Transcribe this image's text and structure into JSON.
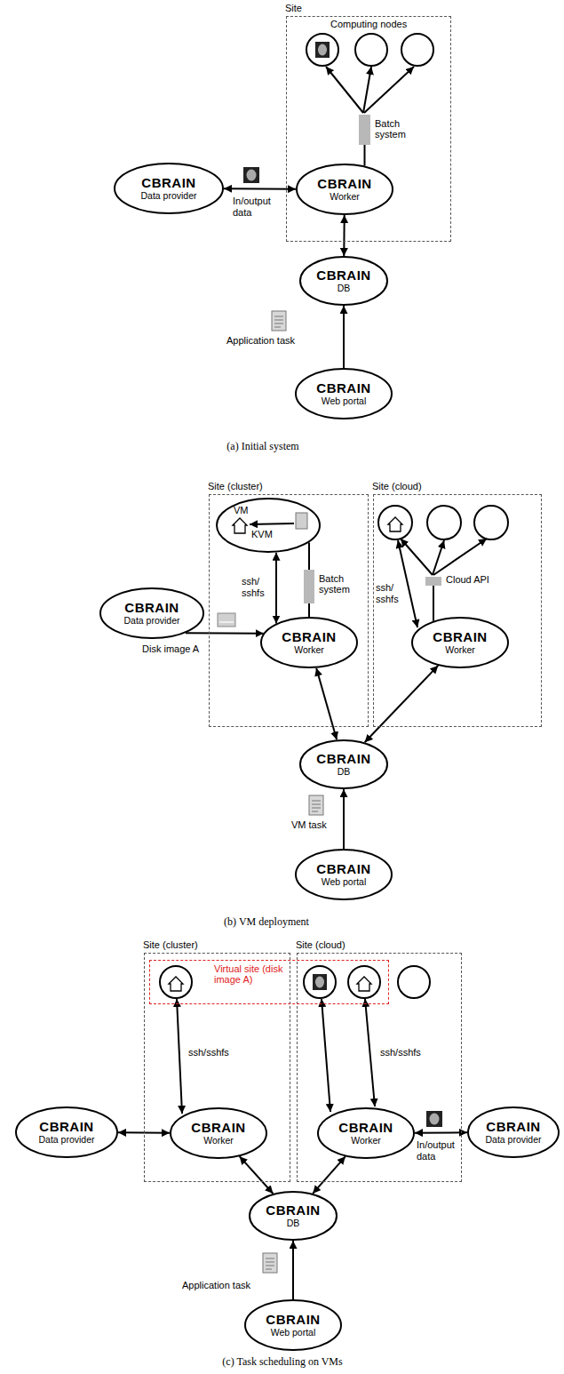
{
  "diagram": {
    "nodes": [
      {
        "text": [
          "Site"
        ]
      },
      {
        "text": [
          "Batch system"
        ],
        "in": 0
      },
      {
        "text": [
          "CBRAIN",
          "Worker"
        ],
        "in": 0
      },
      {
        "text": [
          "CBRAIN",
          "Data provider"
        ]
      },
      {
        "text": [
          "CBRAIN",
          "DB"
        ]
      },
      {
        "text": [
          "CBRAIN",
          "Web portal"
        ]
      },
      {
        "text": [
          "Site (cluster)"
        ]
      },
      {
        "text": [
          "VM",
          "KVM"
        ],
        "in": 6
      },
      {
        "text": [
          "Batch system"
        ],
        "in": 6
      },
      {
        "text": [
          "CBRAIN",
          "Worker"
        ],
        "in": 6
      },
      {
        "text": [
          "Site (cloud)"
        ]
      },
      {
        "text": [
          "Cloud API"
        ],
        "in": 10
      },
      {
        "text": [
          "CBRAIN",
          "Worker"
        ],
        "in": 10
      },
      {
        "text": [
          "CBRAIN",
          "Data provider"
        ]
      },
      {
        "text": [
          "CBRAIN",
          "DB"
        ]
      },
      {
        "text": [
          "CBRAIN",
          "Web portal"
        ]
      },
      {
        "text": [
          "Site (cluster)"
        ]
      },
      {
        "text": [
          "Site (cloud)"
        ]
      },
      {
        "text": [
          "Virtual site (disk image A)"
        ]
      },
      {
        "text": [
          "CBRAIN",
          "Data provider"
        ]
      },
      {
        "text": [
          "CBRAIN",
          "Worker"
        ],
        "in": 16
      },
      {
        "text": [
          "CBRAIN",
          "Worker"
        ],
        "in": 17
      },
      {
        "text": [
          "CBRAIN",
          "Data provider"
        ]
      },
      {
        "text": [
          "CBRAIN",
          "DB"
        ]
      },
      {
        "text": [
          "CBRAIN",
          "Web portal"
        ]
      }
    ],
    "edges": [
      {
        "from": 3,
        "to": 2,
        "arrow": "both",
        "label": "In/output data"
      },
      {
        "from": 2,
        "to": 1,
        "arrow": "none"
      },
      {
        "from": 2,
        "to": 4,
        "arrow": "both"
      },
      {
        "from": 5,
        "to": 4,
        "arrow": "to",
        "label": "Application task"
      },
      {
        "from": 13,
        "to": 9,
        "arrow": "to",
        "label": "Disk image A"
      },
      {
        "from": 9,
        "to": 7,
        "arrow": "both",
        "label": "ssh/ sshfs"
      },
      {
        "from": 9,
        "to": 8,
        "arrow": "none"
      },
      {
        "from": 8,
        "to": 7,
        "arrow": "none"
      },
      {
        "from": 12,
        "to": 11,
        "arrow": "none"
      },
      {
        "from": 9,
        "to": 14,
        "arrow": "both"
      },
      {
        "from": 12,
        "to": 14,
        "arrow": "both"
      },
      {
        "from": 15,
        "to": 14,
        "arrow": "to",
        "label": "VM task"
      },
      {
        "from": 19,
        "to": 20,
        "arrow": "both"
      },
      {
        "from": 21,
        "to": 22,
        "arrow": "both",
        "label": "In/output data"
      },
      {
        "from": 20,
        "to": 23,
        "arrow": "both"
      },
      {
        "from": 21,
        "to": 23,
        "arrow": "both"
      },
      {
        "from": 24,
        "to": 23,
        "arrow": "to",
        "label": "Application task"
      }
    ],
    "labels": [
      "Computing nodes",
      "(a) Initial system",
      "ssh/ sshfs",
      "(b) VM deployment",
      "ssh/sshfs",
      "ssh/sshfs",
      "(c) Task scheduling on VMs"
    ]
  }
}
